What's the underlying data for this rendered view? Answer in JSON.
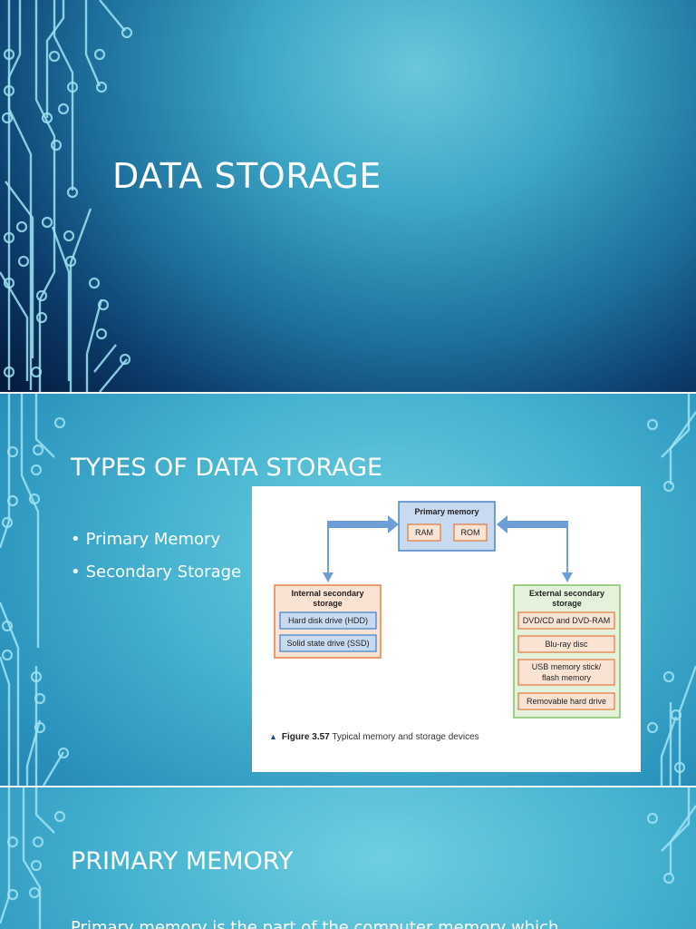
{
  "slide1": {
    "title": "DATA STORAGE"
  },
  "slide2": {
    "title": "TYPES OF DATA STORAGE",
    "bullets": [
      "Primary Memory",
      "Secondary Storage"
    ],
    "figure": {
      "primary_title": "Primary memory",
      "ram": "RAM",
      "rom": "ROM",
      "internal_title_1": "Internal secondary",
      "internal_title_2": "storage",
      "hdd": "Hard disk drive (HDD)",
      "ssd": "Solid state drive (SSD)",
      "external_title_1": "External secondary",
      "external_title_2": "storage",
      "dvd": "DVD/CD and DVD-RAM",
      "bluray": "Blu-ray disc",
      "usb_1": "USB memory stick/",
      "usb_2": "flash memory",
      "removable": "Removable hard drive",
      "caption_label": "Figure 3.57",
      "caption_text": "Typical memory and storage devices"
    }
  },
  "slide3": {
    "title": "PRIMARY MEMORY",
    "paragraph": "Primary memory is the part of the computer memory which"
  },
  "colors": {
    "figure_blue_fill": "#c8daf0",
    "figure_blue_stroke": "#3d7fc4",
    "figure_orange_fill": "#fbe3d3",
    "figure_orange_stroke": "#e07a3c",
    "figure_green_fill": "#e4f2dc",
    "figure_green_stroke": "#7dbd5c",
    "arrow": "#6d9fd6"
  }
}
